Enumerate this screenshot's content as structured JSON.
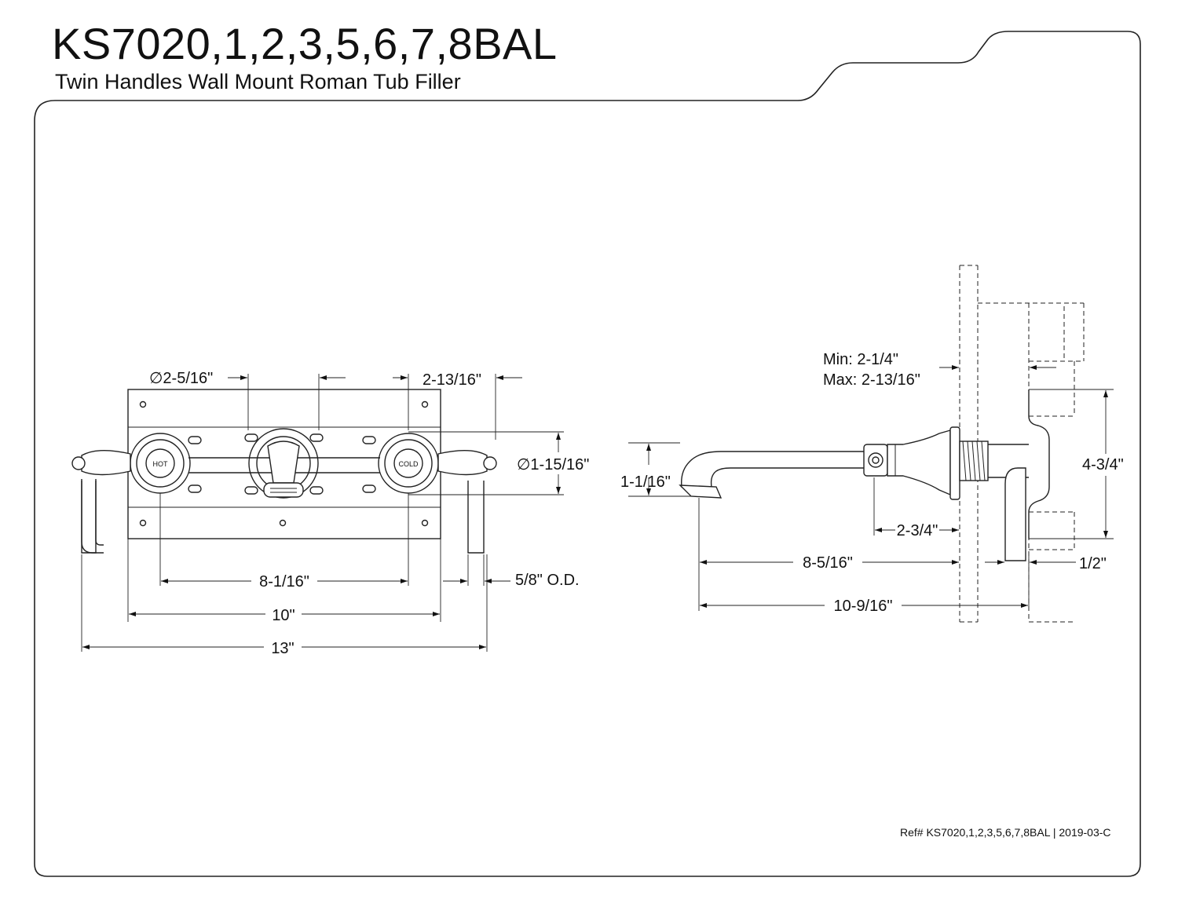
{
  "header": {
    "title": "KS7020,1,2,3,5,6,7,8BAL",
    "subtitle": "Twin Handles Wall Mount Roman Tub Filler"
  },
  "front_view": {
    "handle_labels": {
      "hot": "HOT",
      "cold": "COLD"
    },
    "dimensions": {
      "escutcheon_diameter": "∅2-5/16\"",
      "center_to_edge": "2-13/16\"",
      "handle_diameter": "∅1-15/16\"",
      "handle_spread": "8-1/16\"",
      "spout_tube": "5/8\" O.D.",
      "plate_width": "10\"",
      "overall_width": "13\""
    }
  },
  "side_view": {
    "dimensions": {
      "wall_min": "Min: 2-1/4\"",
      "wall_max": "Max: 2-13/16\"",
      "spout_drop": "1-1/16\"",
      "valve_height": "4-3/4\"",
      "body_depth": "2-3/4\"",
      "spout_reach": "8-5/16\"",
      "nipple": "1/2\"",
      "overall_reach": "10-9/16\""
    }
  },
  "footer": {
    "ref": "Ref# KS7020,1,2,3,5,6,7,8BAL | 2019-03-C"
  }
}
